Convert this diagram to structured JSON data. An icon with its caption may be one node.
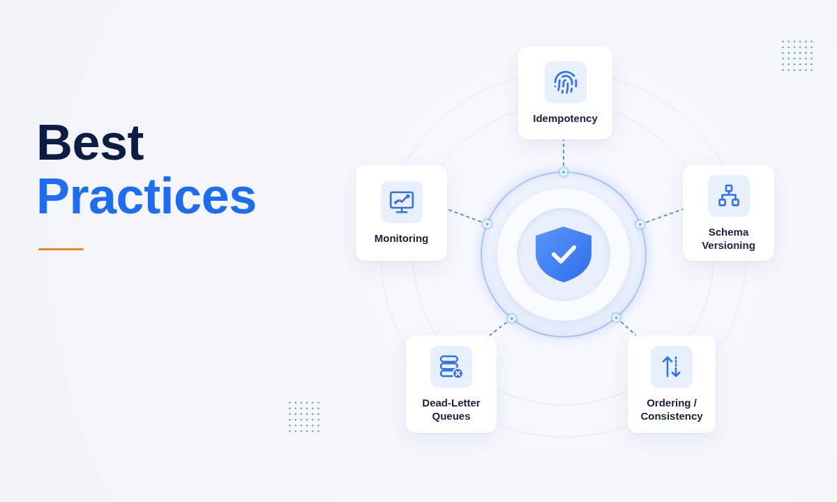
{
  "diagram": {
    "title": "Best Practices",
    "nodes": [
      {
        "text": [],
        "shape": "circle"
      },
      {
        "text": [
          "Idempotency"
        ]
      },
      {
        "text": [
          "Monitoring"
        ]
      },
      {
        "text": [
          "Schema Versioning"
        ]
      },
      {
        "text": [
          "Dead-Letter Queues"
        ]
      },
      {
        "text": [
          "Ordering / Consistency"
        ]
      }
    ],
    "edges": [
      {
        "from": 0,
        "to": 1,
        "arrow": "other",
        "style": "dashed"
      },
      {
        "from": 0,
        "to": 2,
        "arrow": "other",
        "style": "dashed"
      },
      {
        "from": 0,
        "to": 3,
        "arrow": "other",
        "style": "dashed"
      },
      {
        "from": 0,
        "to": 4,
        "arrow": "other",
        "style": "dashed"
      },
      {
        "from": 0,
        "to": 5,
        "arrow": "other",
        "style": "dashed"
      }
    ]
  }
}
